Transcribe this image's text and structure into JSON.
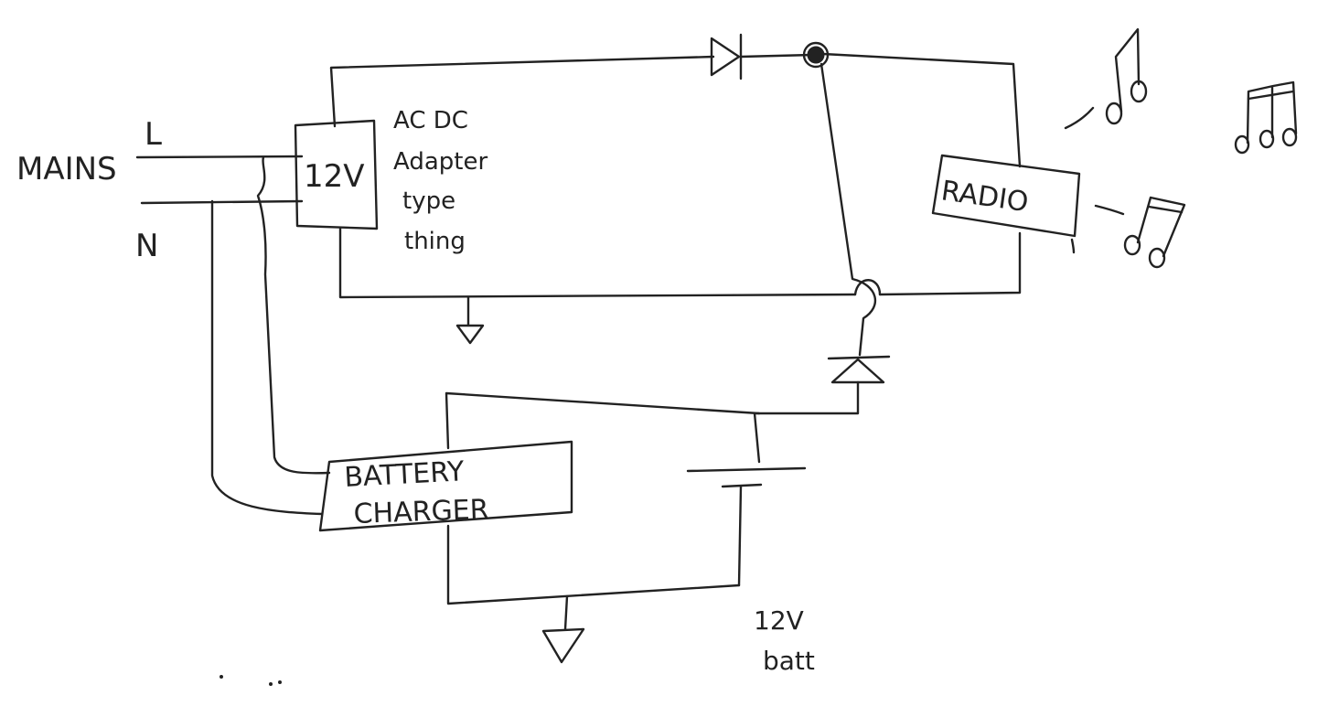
{
  "mains": {
    "label": "MAINS",
    "line_label": "L",
    "neutral_label": "N"
  },
  "adapter": {
    "box_label": "12V",
    "description_lines": [
      "AC DC",
      "Adapter",
      "type",
      "thing"
    ]
  },
  "radio": {
    "label": "RADIO"
  },
  "charger": {
    "label_lines": [
      "BATTERY",
      "CHARGER"
    ]
  },
  "battery": {
    "label_lines": [
      "12V",
      "batt"
    ]
  },
  "colors": {
    "ink": "#222222",
    "paper": "#ffffff"
  }
}
